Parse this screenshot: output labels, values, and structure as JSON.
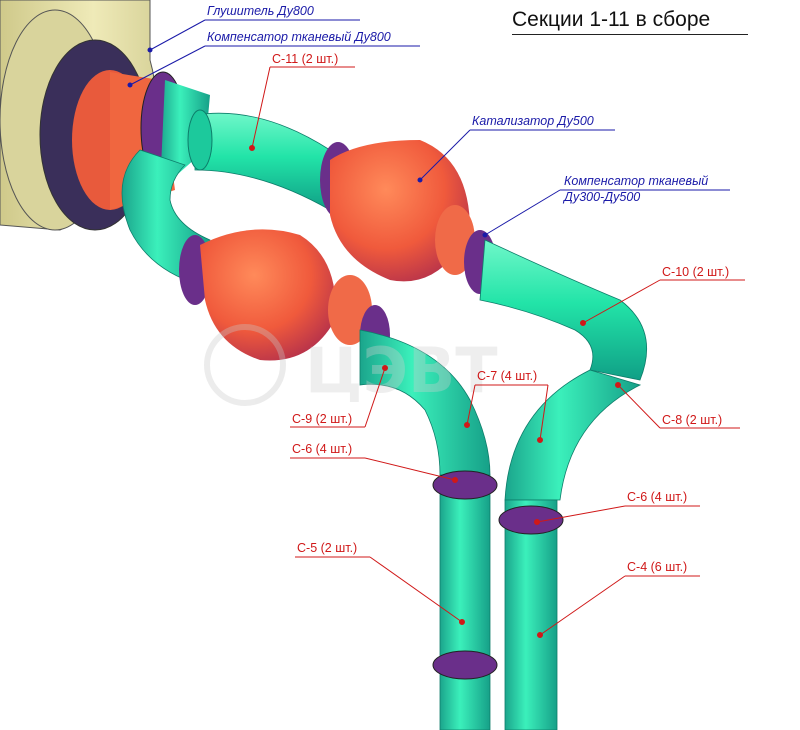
{
  "title": "Секции 1-11 в сборе",
  "watermark": "ЦЭВТ",
  "labels_blue": {
    "muffler": "Глушитель Ду800",
    "comp800": "Компенсатор тканевый Ду800",
    "catalyst": "Катализатор Ду500",
    "comp300_l1": "Компенсатор тканевый",
    "comp300_l2": "Ду300-Ду500"
  },
  "labels_red": {
    "c11": "С-11 (2 шт.)",
    "c10": "С-10 (2 шт.)",
    "c7": "С-7 (4 шт.)",
    "c9": "С-9 (2 шт.)",
    "c8": "С-8 (2 шт.)",
    "c6a": "С-6 (4 шт.)",
    "c6b": "С-6 (4 шт.)",
    "c5": "С-5 (2 шт.)",
    "c4": "С-4 (6 шт.)"
  },
  "colors": {
    "pipe": "#2ee8b0",
    "catalyst": "#f05a3c",
    "flange": "#6a2f8a",
    "muffler": "#e8e4a8",
    "leader_blue": "#1a1aa8",
    "leader_red": "#d01818"
  }
}
